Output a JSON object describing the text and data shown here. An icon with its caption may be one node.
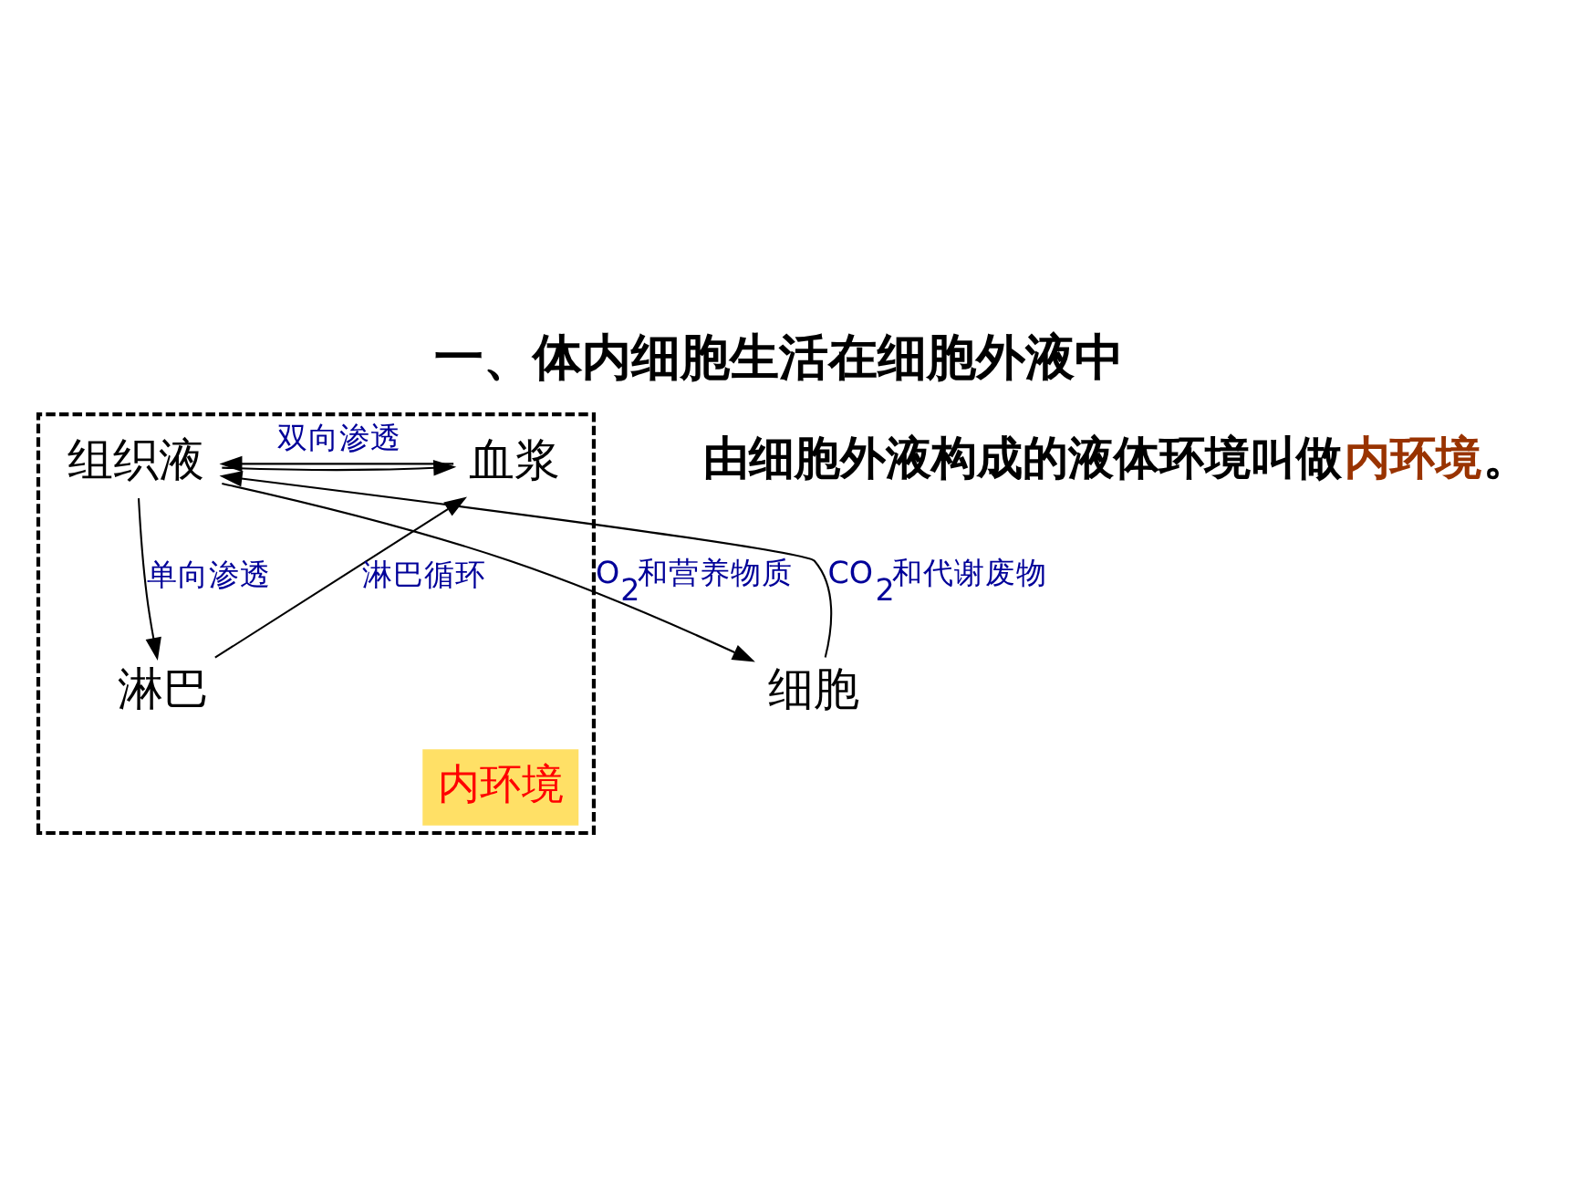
{
  "diagram": {
    "title": "一、体内细胞生活在细胞外液中",
    "nodes": [
      {
        "text": [
          "内环境"
        ]
      },
      {
        "text": [
          "血浆"
        ],
        "in": 0
      },
      {
        "text": [
          "组织液"
        ],
        "in": 0
      },
      {
        "text": [
          "淋巴"
        ],
        "in": 0
      },
      {
        "text": [
          "细胞"
        ]
      }
    ],
    "edges": [
      {
        "from": 1,
        "to": 2,
        "arrow": "to",
        "label": "双向渗透"
      },
      {
        "from": 2,
        "to": 1,
        "arrow": "to"
      },
      {
        "from": 2,
        "to": 3,
        "arrow": "to",
        "label": "单向渗透"
      },
      {
        "from": 3,
        "to": 1,
        "arrow": "to",
        "label": "淋巴循环"
      },
      {
        "from": 2,
        "to": 4,
        "arrow": "to",
        "label": "O$_{2}$和营养物质"
      },
      {
        "from": 4,
        "to": 2,
        "arrow": "to",
        "label": "CO$_{2}$和代谢废物"
      }
    ],
    "labels": [
      "由细胞外液构成的液体环境叫做**内环境**。"
    ]
  }
}
